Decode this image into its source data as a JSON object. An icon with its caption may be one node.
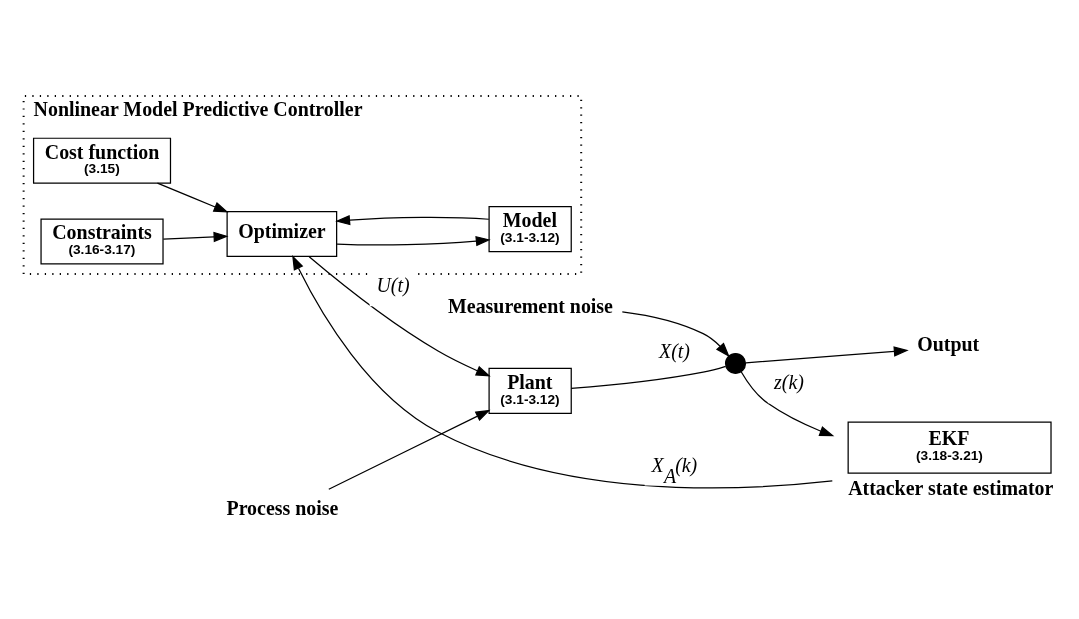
{
  "diagram": {
    "nodes": [
      {
        "text": [
          "Nonlinear Model Predictive Controller"
        ]
      },
      {
        "text": [
          "Cost function",
          "(3.15)"
        ],
        "in": 0
      },
      {
        "text": [
          "Constraints",
          "(3.16-3.17)"
        ],
        "in": 0
      },
      {
        "text": [
          "Optimizer"
        ],
        "in": 0
      },
      {
        "text": [
          "Model",
          "(3.1-3.12)"
        ],
        "in": 0
      },
      {
        "text": [
          "Process noise"
        ]
      },
      {
        "text": [
          "Measurement noise"
        ]
      },
      {
        "text": [
          "Plant",
          "(3.1-3.12)"
        ]
      },
      {
        "text": [],
        "shape": "circle"
      },
      {
        "text": [
          "Output"
        ]
      },
      {
        "text": [
          "EKF",
          "(3.18-3.21)"
        ],
        "beside": [
          "Attacker state estimator"
        ]
      }
    ],
    "edges": [
      {
        "from": 1,
        "to": 3,
        "arrow": "to"
      },
      {
        "from": 2,
        "to": 3,
        "arrow": "to"
      },
      {
        "from": 3,
        "to": 7,
        "arrow": "to",
        "label": "U(t)"
      },
      {
        "from": 3,
        "to": 4,
        "arrow": "to"
      },
      {
        "from": 4,
        "to": 3,
        "arrow": "to"
      },
      {
        "from": 5,
        "to": 7,
        "arrow": "to"
      },
      {
        "from": 6,
        "to": 8,
        "arrow": "to"
      },
      {
        "from": 7,
        "to": 8,
        "arrow": "none",
        "label": "X(t)"
      },
      {
        "from": 8,
        "to": 9,
        "arrow": "to"
      },
      {
        "from": 8,
        "to": 10,
        "arrow": "to",
        "label": "z(k)"
      },
      {
        "from": 10,
        "to": 3,
        "arrow": "to",
        "label": "X$_{A}$(k)"
      }
    ]
  }
}
